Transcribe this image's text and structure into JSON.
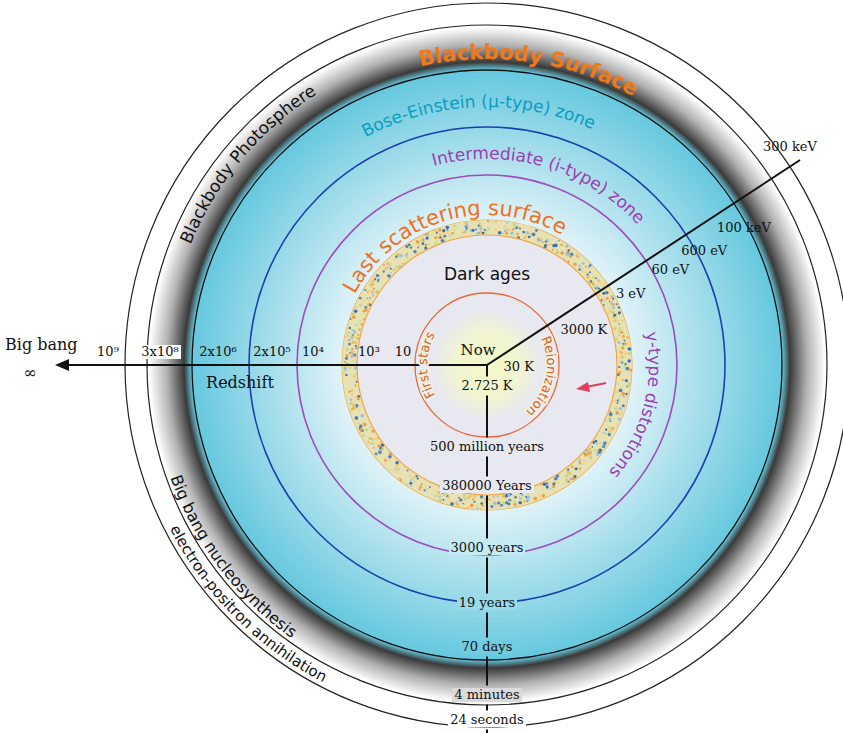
{
  "diagram": {
    "labels": [
      "Blackbody Surface",
      "Bose-Einstein (μ-type) zone",
      "Blackbody Photosphere",
      "Intermediate (i-type) zone",
      "Last scattering surface",
      "Dark ages",
      "y-type distortions",
      "First stars",
      "Reionization",
      "Now",
      "2.725 K",
      "Big bang",
      "∞",
      "Redshift",
      "10⁹",
      "3x10⁸",
      "2x10⁶",
      "2x10⁵",
      "10⁴",
      "10³",
      "10",
      "300 keV",
      "100 keV",
      "600 eV",
      "60 eV",
      "3 eV",
      "3000 K",
      "30 K",
      "500 million years",
      "380000 Years",
      "3000 years",
      "19 years",
      "70 days",
      "4 minutes",
      "24 seconds",
      "Big bang nucleosynthesis",
      "electron-positron annihilation"
    ]
  }
}
